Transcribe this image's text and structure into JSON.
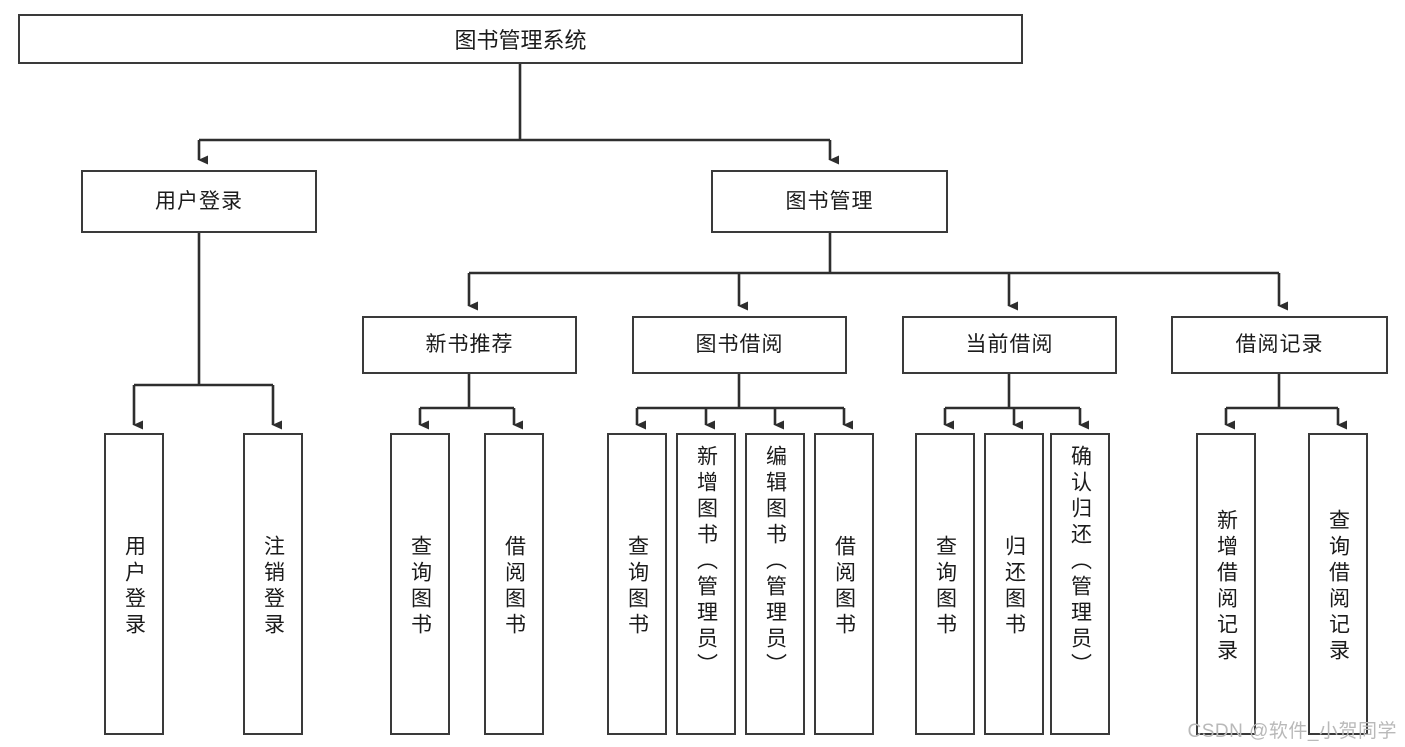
{
  "diagram": {
    "title": "图书管理系统",
    "watermark": "CSDN @软件_小贺同学",
    "levels": {
      "root": {
        "label": "图书管理系统"
      },
      "level2": [
        {
          "label": "用户登录"
        },
        {
          "label": "图书管理"
        }
      ],
      "level3": [
        {
          "label": "新书推荐"
        },
        {
          "label": "图书借阅"
        },
        {
          "label": "当前借阅"
        },
        {
          "label": "借阅记录"
        }
      ],
      "leaves": {
        "user_login": [
          {
            "label": "用户登录"
          },
          {
            "label": "注销登录"
          }
        ],
        "new_book_recommend": [
          {
            "label": "查询图书"
          },
          {
            "label": "借阅图书"
          }
        ],
        "book_borrow": [
          {
            "label": "查询图书"
          },
          {
            "label": "新增图书（管理员）"
          },
          {
            "label": "编辑图书（管理员）"
          },
          {
            "label": "借阅图书"
          }
        ],
        "current_borrow": [
          {
            "label": "查询图书"
          },
          {
            "label": "归还图书"
          },
          {
            "label": "确认归还（管理员）"
          }
        ],
        "borrow_record": [
          {
            "label": "新增借阅记录"
          },
          {
            "label": "查询借阅记录"
          }
        ]
      }
    },
    "colors": {
      "stroke": "#3a3a3a",
      "text": "#1b1b1b",
      "background": "#ffffff",
      "watermark": "#b9b9b9"
    }
  }
}
